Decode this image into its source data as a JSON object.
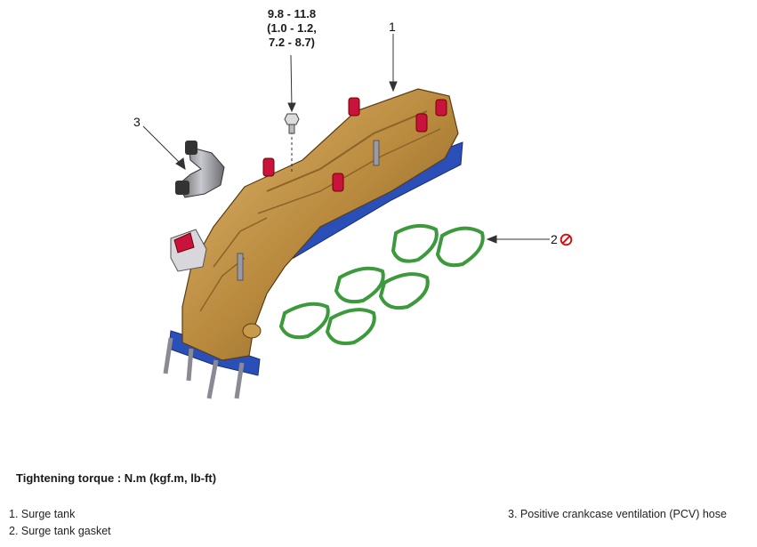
{
  "torque_spec": [
    "9.8 - 11.8",
    "(1.0 - 1.2,",
    "7.2 - 8.7)"
  ],
  "callouts": {
    "one": "1",
    "two": "2",
    "three": "3"
  },
  "icons": {
    "gasket_note": "no-reuse-icon"
  },
  "colors": {
    "manifold": "#b98a3e",
    "base": "#2a4fb8",
    "gasket": "#3c9a3c",
    "plug": "#c8143c",
    "no_reuse": "#d01010"
  },
  "heading": "Tightening torque : N.m (kgf.m, lb-ft)",
  "legend": [
    "1. Surge tank",
    "2. Surge tank gasket",
    "3. Positive crankcase ventilation (PCV) hose"
  ]
}
